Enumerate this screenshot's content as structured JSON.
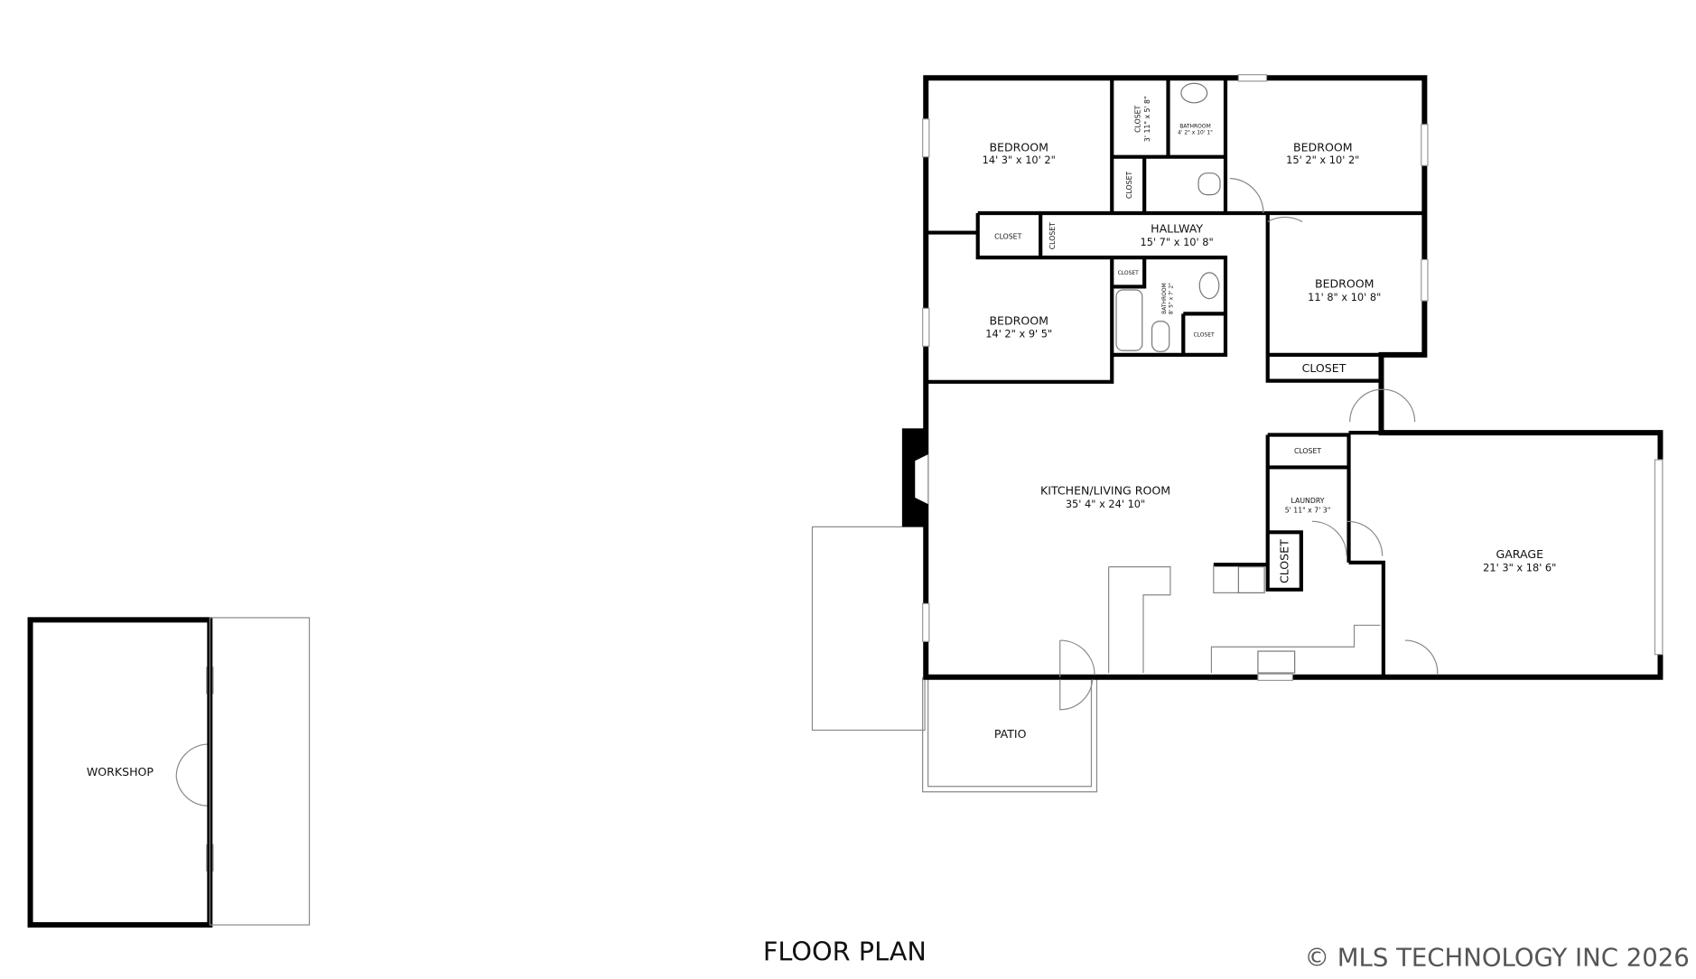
{
  "title": "FLOOR PLAN",
  "copyright": "© MLS TECHNOLOGY INC 2026",
  "rooms": {
    "bedroom1": {
      "name": "BEDROOM",
      "size": "14' 3\" x 10' 2\""
    },
    "bedroom2": {
      "name": "BEDROOM",
      "size": "15' 2\" x 10' 2\""
    },
    "bedroom3": {
      "name": "BEDROOM",
      "size": "11' 8\" x 10' 8\""
    },
    "bedroom4": {
      "name": "BEDROOM",
      "size": "14' 2\" x 9' 5\""
    },
    "hallway": {
      "name": "HALLWAY",
      "size": "15' 7\" x 10' 8\""
    },
    "closet_top": {
      "name": "CLOSET",
      "size": "3' 11\" x 5' 8\""
    },
    "bath_top": {
      "name": "BATHROOM",
      "size": "4' 2\" x 10' 1\""
    },
    "bath_mid": {
      "name": "BATHROOM",
      "size": "8' 5\" x 7' 2\""
    },
    "kitchen": {
      "name": "KITCHEN/LIVING ROOM",
      "size": "35' 4\" x 24' 10\""
    },
    "laundry": {
      "name": "LAUNDRY",
      "size": "5' 11\" x 7' 3\""
    },
    "garage": {
      "name": "GARAGE",
      "size": "21' 3\" x 18' 6\""
    },
    "patio": {
      "name": "PATIO"
    },
    "workshop": {
      "name": "WORKSHOP"
    },
    "closet_label": "CLOSET"
  }
}
